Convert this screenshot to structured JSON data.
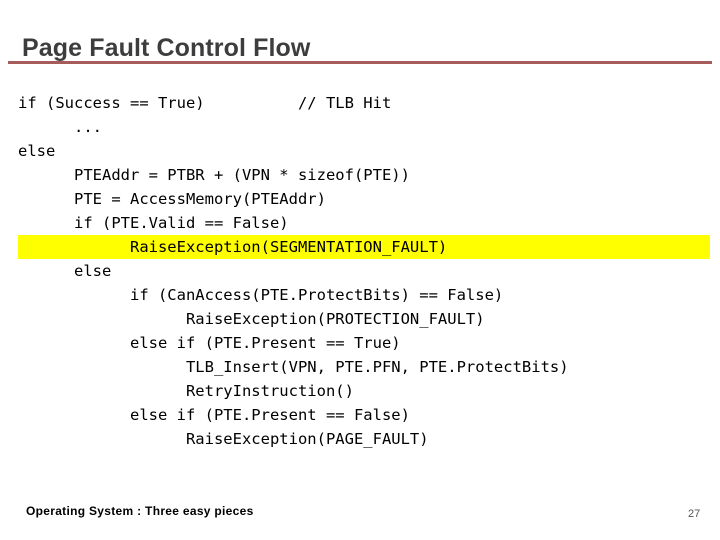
{
  "slide": {
    "title": "Page Fault Control Flow",
    "title_color": "#3d3d3d",
    "rule_color": "#a85b5b",
    "background_color": "#ffffff",
    "highlight_color": "#ffff00"
  },
  "code": {
    "language": "pseudocode",
    "lines": [
      {
        "text": "if (Success == True)          // TLB Hit",
        "highlight": false
      },
      {
        "text": "      ...",
        "highlight": false
      },
      {
        "text": "else",
        "highlight": false
      },
      {
        "text": "      PTEAddr = PTBR + (VPN * sizeof(PTE))",
        "highlight": false
      },
      {
        "text": "      PTE = AccessMemory(PTEAddr)",
        "highlight": false
      },
      {
        "text": "      if (PTE.Valid == False)",
        "highlight": false
      },
      {
        "text": "            RaiseException(SEGMENTATION_FAULT)",
        "highlight": true
      },
      {
        "text": "      else",
        "highlight": false
      },
      {
        "text": "            if (CanAccess(PTE.ProtectBits) == False)",
        "highlight": false
      },
      {
        "text": "                  RaiseException(PROTECTION_FAULT)",
        "highlight": false
      },
      {
        "text": "            else if (PTE.Present == True)",
        "highlight": false
      },
      {
        "text": "                  TLB_Insert(VPN, PTE.PFN, PTE.ProtectBits)",
        "highlight": false
      },
      {
        "text": "                  RetryInstruction()",
        "highlight": false
      },
      {
        "text": "            else if (PTE.Present == False)",
        "highlight": false
      },
      {
        "text": "                  RaiseException(PAGE_FAULT)",
        "highlight": false
      }
    ]
  },
  "footer": {
    "text": "Operating System : Three easy pieces",
    "page_number": "27"
  }
}
